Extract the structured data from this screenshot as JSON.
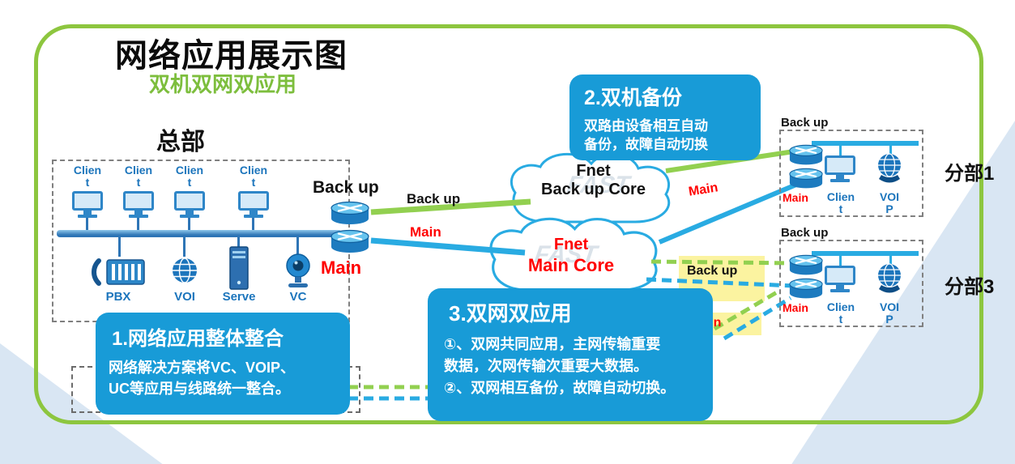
{
  "header": {
    "title": "网络应用展示图",
    "subtitle": "双机双网双应用"
  },
  "hq": {
    "label": "总部",
    "client": {
      "l1": "Clien",
      "l2": "t"
    },
    "pbx": "PBX",
    "voip": "VOI",
    "server": "Serve",
    "vc": "VC",
    "backup": "Back up",
    "main": "Main"
  },
  "trunk": {
    "backup": "Back up",
    "main": "Main"
  },
  "cloud_backup": {
    "l1": "Fnet",
    "l2": "Back up Core",
    "watermark": "FAST"
  },
  "cloud_main": {
    "l1": "Fnet",
    "l2": "Main Core",
    "watermark": "FAST"
  },
  "branch1": {
    "name": "分部1",
    "backup": "Back up",
    "main": "Main",
    "client_l1": "Clien",
    "client_l2": "t",
    "voip_l1": "VOI",
    "voip_l2": "P",
    "link_main": "Main"
  },
  "branch3": {
    "name": "分部3",
    "backup": "Back up",
    "main": "Main",
    "client_l1": "Clien",
    "client_l2": "t",
    "voip_l1": "VOI",
    "voip_l2": "P",
    "link_backup": "Back up",
    "link_main": "Main"
  },
  "callout1": {
    "title": "1.网络应用整体整合",
    "line1": "网络解决方案将VC、VOIP、",
    "line2": "UC等应用与线路统一整合。"
  },
  "callout2": {
    "title": "2.双机备份",
    "line1": "双路由设备相互自动",
    "line2": "备份，故障自动切换"
  },
  "callout3": {
    "title": "3.双网双应用",
    "line1": "①、双网共同应用，主网传输重要",
    "line2": "数据，次网传输次重要大数据。",
    "line3": "②、双网相互备份，故障自动切换。"
  },
  "colors": {
    "frame_green": "#8DC63F",
    "line_green": "#92D050",
    "line_blue": "#29ABE2",
    "callout_blue": "#189BD7",
    "red": "#FF0000",
    "label_blue": "#1C75BC",
    "bus_blue": "#2E75B6",
    "highlight_yellow": "#FBF3A0"
  }
}
